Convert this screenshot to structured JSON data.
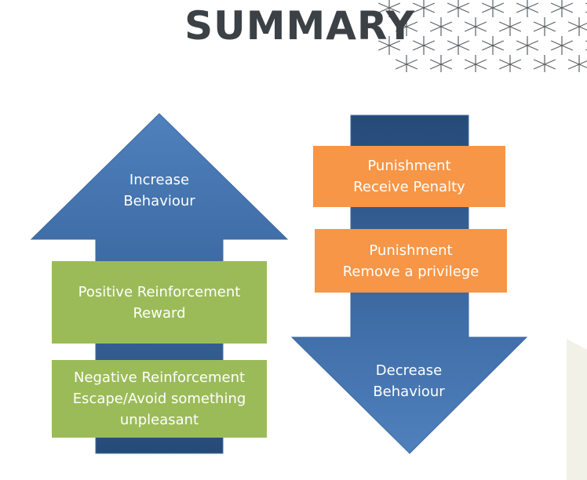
{
  "header": {
    "title": "SUMMARY"
  },
  "increase_arrow": {
    "line1": "Increase",
    "line2": "Behaviour"
  },
  "decrease_arrow": {
    "line1": "Decrease",
    "line2": "Behaviour"
  },
  "boxes": {
    "positive_reinforcement": {
      "line1": "Positive Reinforcement",
      "line2": "Reward"
    },
    "negative_reinforcement": {
      "line1": "Negative Reinforcement",
      "line2": "Escape/Avoid something",
      "line3": "unpleasant"
    },
    "punishment_penalty": {
      "line1": "Punishment",
      "line2": "Receive Penalty"
    },
    "punishment_privilege": {
      "line1": "Punishment",
      "line2": "Remove a privilege"
    }
  },
  "colors": {
    "arrow_light": "#4f81bd",
    "arrow_dark": "#264a78",
    "green_box": "#9bbb59",
    "orange_box": "#f79646",
    "title": "#3c4146"
  }
}
